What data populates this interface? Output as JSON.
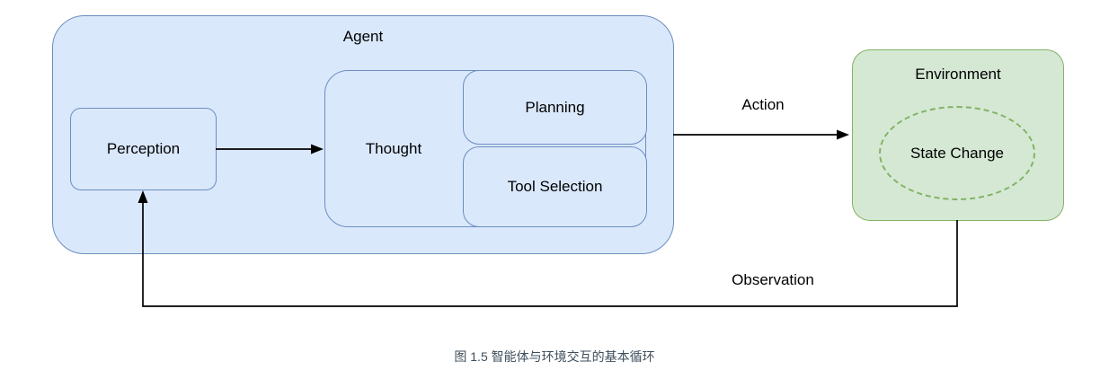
{
  "colors": {
    "blue_fill": "#dae8fc",
    "blue_stroke": "#6c8ebf",
    "green_fill": "#d5e8d4",
    "green_stroke": "#82b366",
    "edge_color": "#000000",
    "caption_color": "#3f4f5c",
    "label_color": "#000000"
  },
  "diagram": {
    "agent_label": "Agent",
    "perception_label": "Perception",
    "thought_label": "Thought",
    "planning_label": "Planning",
    "tool_selection_label": "Tool Selection",
    "action_label": "Action",
    "environment_label": "Environment",
    "state_change_label": "State Change",
    "observation_label": "Observation"
  },
  "caption": "图 1.5 智能体与环境交互的基本循环"
}
